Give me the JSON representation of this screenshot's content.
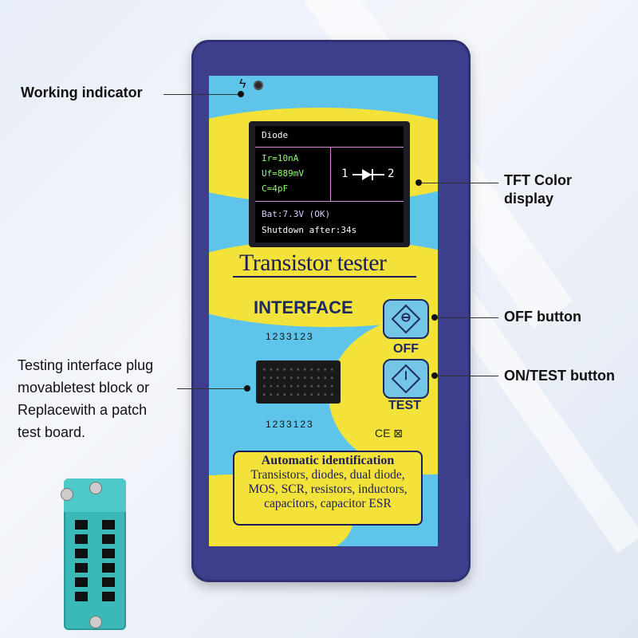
{
  "labels": {
    "working_indicator": "Working indicator",
    "tft_line1": "TFT Color",
    "tft_line2": "display",
    "off_button": "OFF button",
    "on_test_button": "ON/TEST button",
    "testing_line1": "Testing interface plug",
    "testing_line2": "movabletest block or",
    "testing_line3": "Replacewith a patch",
    "testing_line4": "test board."
  },
  "display": {
    "mode": "Diode",
    "ir": "Ir=10nA",
    "uf": "Uf=889mV",
    "c": "C=4pF",
    "pin1": "1",
    "pin2": "2",
    "battery": "Bat:7.3V (OK)",
    "shutdown": "Shutdown after:34s"
  },
  "device": {
    "title": "Transistor tester",
    "interface_label": "INTERFACE",
    "pins_top": "1233123",
    "pins_bottom": "1233123",
    "off_label": "OFF",
    "test_label": "TEST",
    "certification": "CE ⊠",
    "auto_heading": "Automatic identification",
    "auto_line1": "Transistors, diodes, dual diode,",
    "auto_line2": "MOS, SCR, resistors, inductors,",
    "auto_line3": "capacitors, capacitor ESR"
  },
  "colors": {
    "case": "#3d3f8c",
    "panel_blue": "#5ec4ea",
    "panel_yellow": "#f2e23a",
    "test_block": "#3ab9b8"
  }
}
